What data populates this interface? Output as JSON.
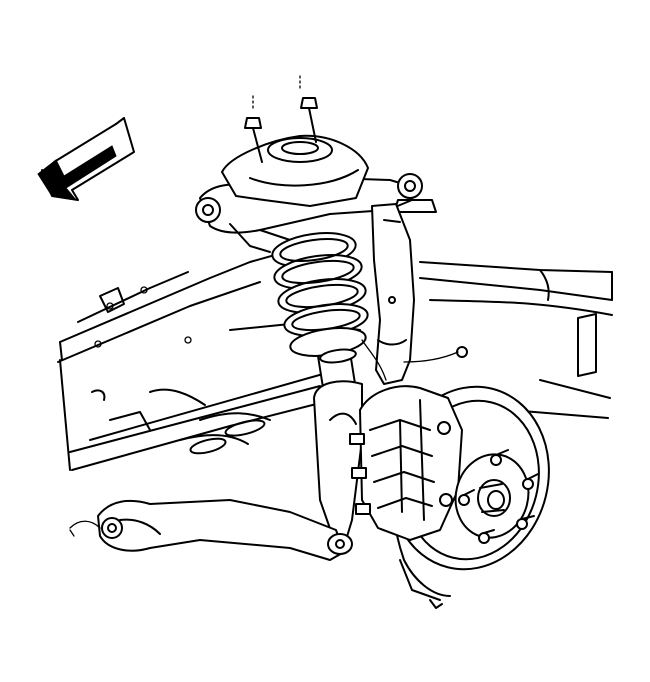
{
  "diagram": {
    "direction_arrow": "front-direction-arrow",
    "components": [
      "frame",
      "upper-control-arm",
      "coil-spring",
      "strut",
      "steering-knuckle",
      "brake-rotor",
      "brake-caliper",
      "wheel-hub",
      "lower-control-arm",
      "strut-mount-nuts"
    ]
  }
}
